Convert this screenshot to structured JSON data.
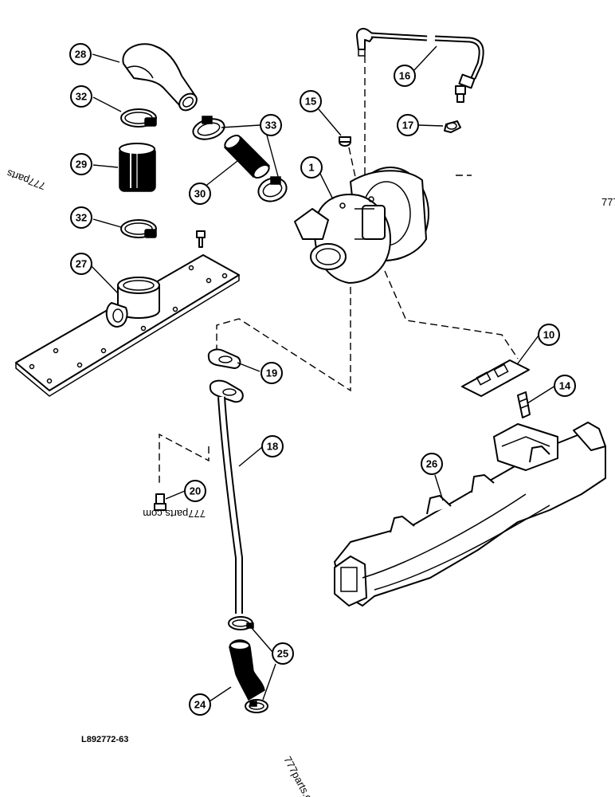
{
  "drawing_code": "L892772-63",
  "watermarks": [
    "777parts",
    "777parts.com",
    "777parts.c",
    "777"
  ],
  "callouts": [
    {
      "id": "c1",
      "label": "1"
    },
    {
      "id": "c10",
      "label": "10"
    },
    {
      "id": "c14",
      "label": "14"
    },
    {
      "id": "c15",
      "label": "15"
    },
    {
      "id": "c16",
      "label": "16"
    },
    {
      "id": "c17",
      "label": "17"
    },
    {
      "id": "c18",
      "label": "18"
    },
    {
      "id": "c19",
      "label": "19"
    },
    {
      "id": "c20",
      "label": "20"
    },
    {
      "id": "c24",
      "label": "24"
    },
    {
      "id": "c25",
      "label": "25"
    },
    {
      "id": "c26",
      "label": "26"
    },
    {
      "id": "c27",
      "label": "27"
    },
    {
      "id": "c28",
      "label": "28"
    },
    {
      "id": "c29",
      "label": "29"
    },
    {
      "id": "c30",
      "label": "30"
    },
    {
      "id": "c32a",
      "label": "32"
    },
    {
      "id": "c32b",
      "label": "32"
    },
    {
      "id": "c33",
      "label": "33"
    }
  ]
}
